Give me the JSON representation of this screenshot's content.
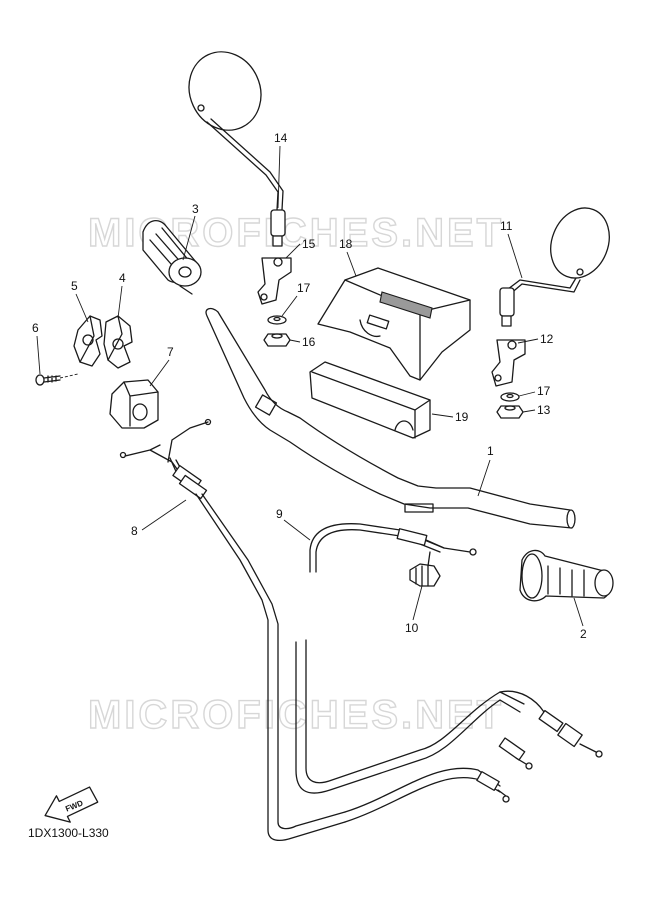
{
  "diagram": {
    "code": "1DX1300-L330",
    "watermark": "MICROFICHES.NET",
    "fwd_label": "FWD",
    "callouts": [
      "1",
      "2",
      "3",
      "4",
      "5",
      "6",
      "7",
      "8",
      "9",
      "10",
      "11",
      "12",
      "13",
      "14",
      "15",
      "16",
      "17",
      "17",
      "18",
      "19"
    ]
  }
}
